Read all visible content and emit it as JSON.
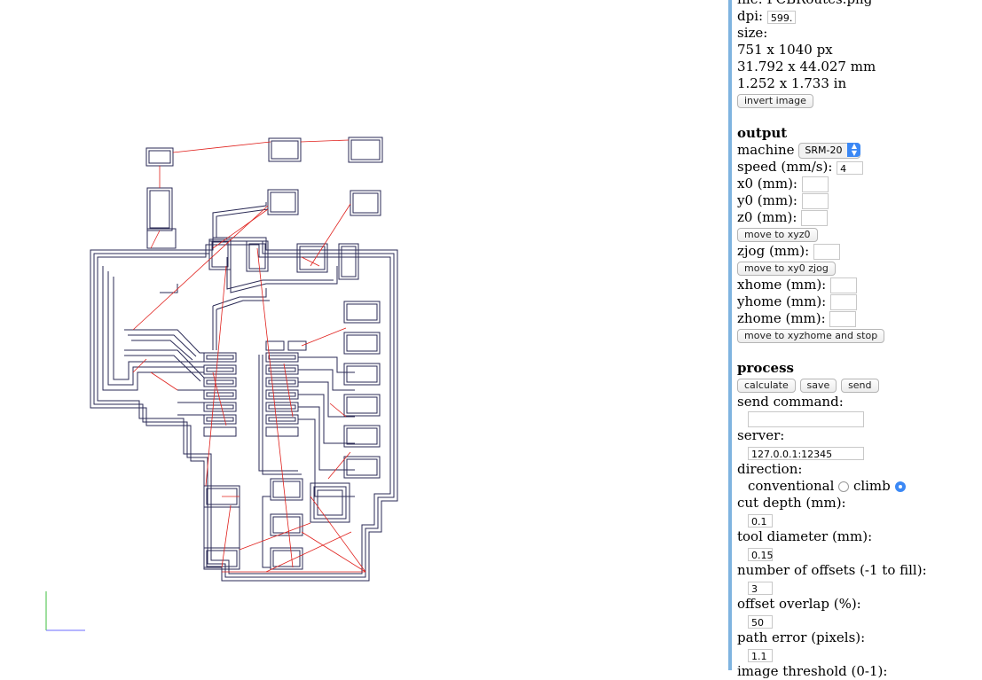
{
  "info": {
    "file_line": "file: PCBRoutes.png",
    "dpi_label": "dpi:",
    "dpi_value": "599.",
    "size_label": "size:",
    "size_px": "751 x 1040 px",
    "size_mm": "31.792 x 44.027 mm",
    "size_in": "1.252 x 1.733 in",
    "invert_button": "invert image"
  },
  "output": {
    "heading": "output",
    "machine_label": "machine",
    "machine_value": "SRM-20",
    "speed_label": "speed (mm/s):",
    "speed_value": "4",
    "x0_label": "x0 (mm):",
    "y0_label": "y0 (mm):",
    "z0_label": "z0 (mm):",
    "move_xyz0_button": "move to xyz0",
    "zjog_label": "zjog (mm):",
    "move_xy0_zjog_button": "move to xy0 zjog",
    "xhome_label": "xhome (mm):",
    "yhome_label": "yhome (mm):",
    "zhome_label": "zhome (mm):",
    "move_home_button": "move to xyzhome and stop"
  },
  "process": {
    "heading": "process",
    "calculate_button": "calculate",
    "save_button": "save",
    "send_button": "send",
    "send_command_label": "send command:",
    "send_command_value": "",
    "server_label": "server:",
    "server_value": "127.0.0.1:12345",
    "direction_label": "direction:",
    "conventional_label": "conventional",
    "climb_label": "climb",
    "direction_selected": "climb",
    "cut_depth_label": "cut depth (mm):",
    "cut_depth_value": "0.1",
    "tool_diameter_label": "tool diameter (mm):",
    "tool_diameter_value": "0.15",
    "offsets_label": "number of offsets (-1 to fill):",
    "offsets_value": "3",
    "overlap_label": "offset overlap (%):",
    "overlap_value": "50",
    "path_error_label": "path error (pixels):",
    "path_error_value": "1.1",
    "threshold_label": "image threshold (0-1):"
  },
  "colors": {
    "toolpath": "#2a2a55",
    "rapid_moves": "#e0201c",
    "axis_x": "#6b6bff",
    "axis_y": "#3fbf3f",
    "panel_divider": "#7fb4e0",
    "accent": "#3b88f5"
  }
}
